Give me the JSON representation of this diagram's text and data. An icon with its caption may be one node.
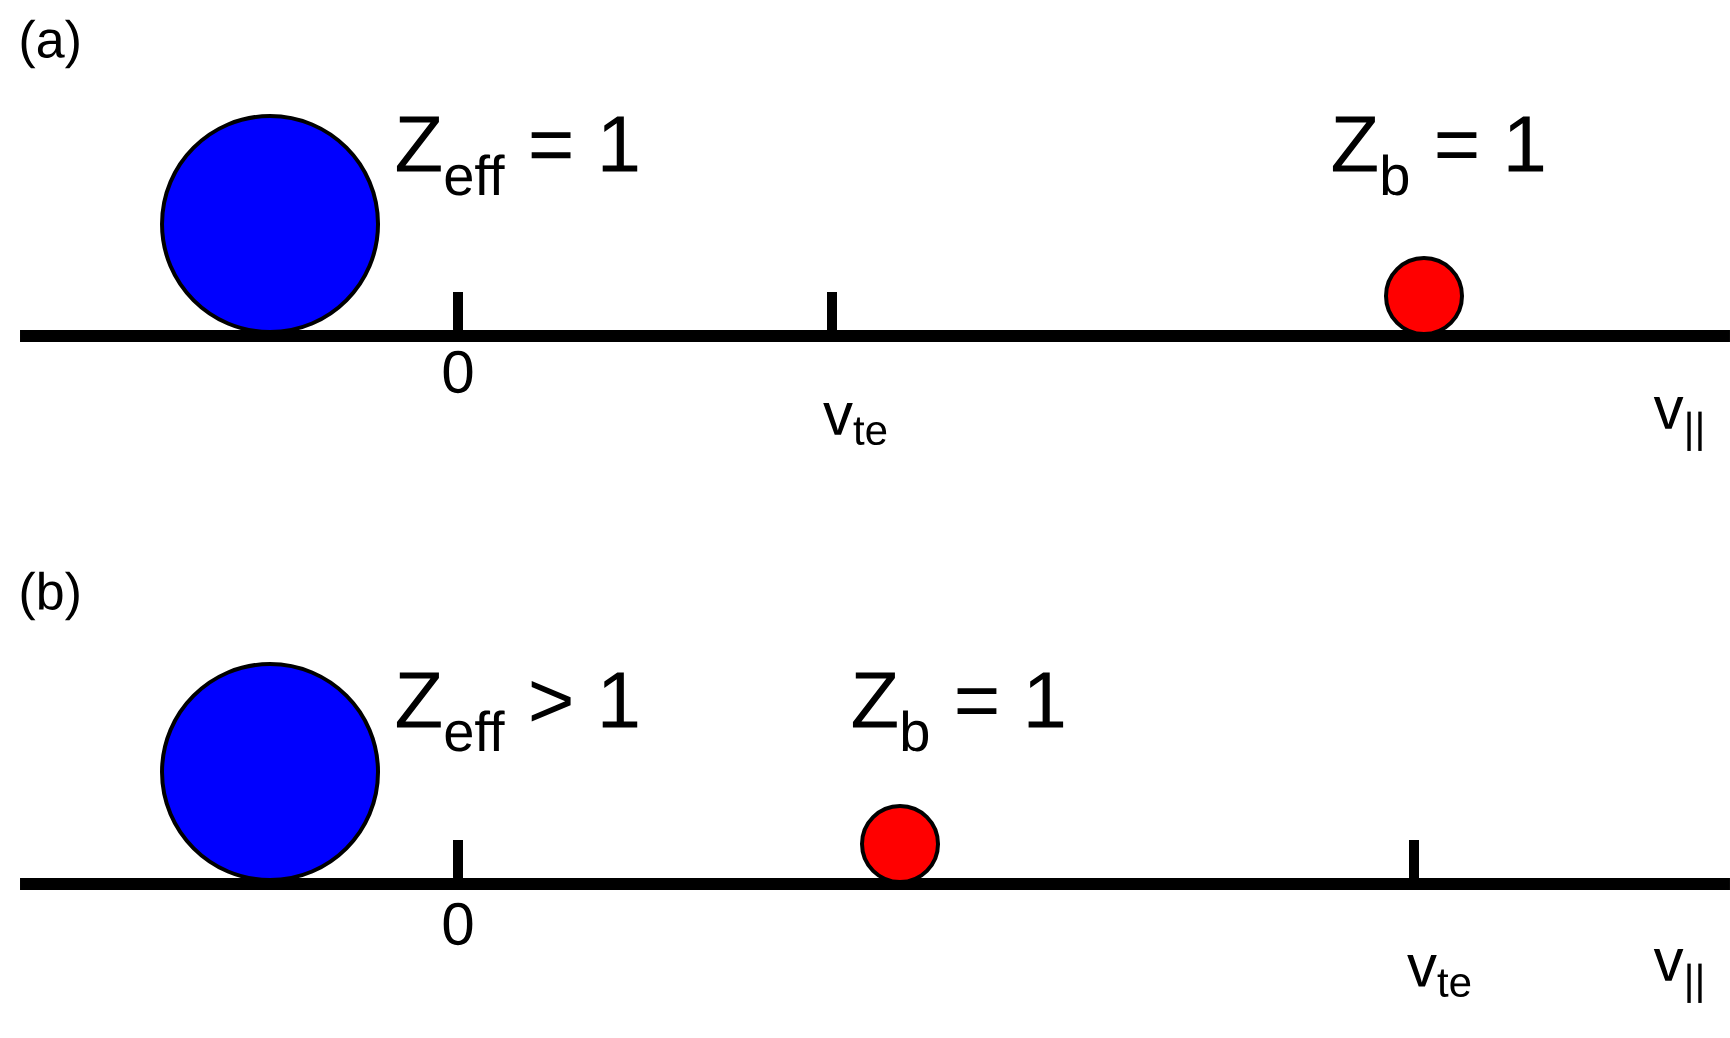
{
  "diagram": {
    "nodes": [
      {
        "text": [],
        "shape": "circle",
        "beside": [
          "Z$_{eff}$ = 1"
        ]
      },
      {
        "text": [],
        "shape": "circle",
        "beside": [
          "Z$_{b}$ = 1"
        ]
      },
      {
        "text": [],
        "shape": "circle",
        "beside": [
          "Z$_{eff}$ > 1"
        ]
      },
      {
        "text": [],
        "shape": "circle",
        "beside": [
          "Z$_{b}$ = 1"
        ]
      }
    ],
    "labels": [
      "(a)",
      "0",
      "v$_{te}$",
      "v$_{||}$",
      "(b)",
      "0",
      "v$_{te}$",
      "v$_{||}$"
    ]
  }
}
